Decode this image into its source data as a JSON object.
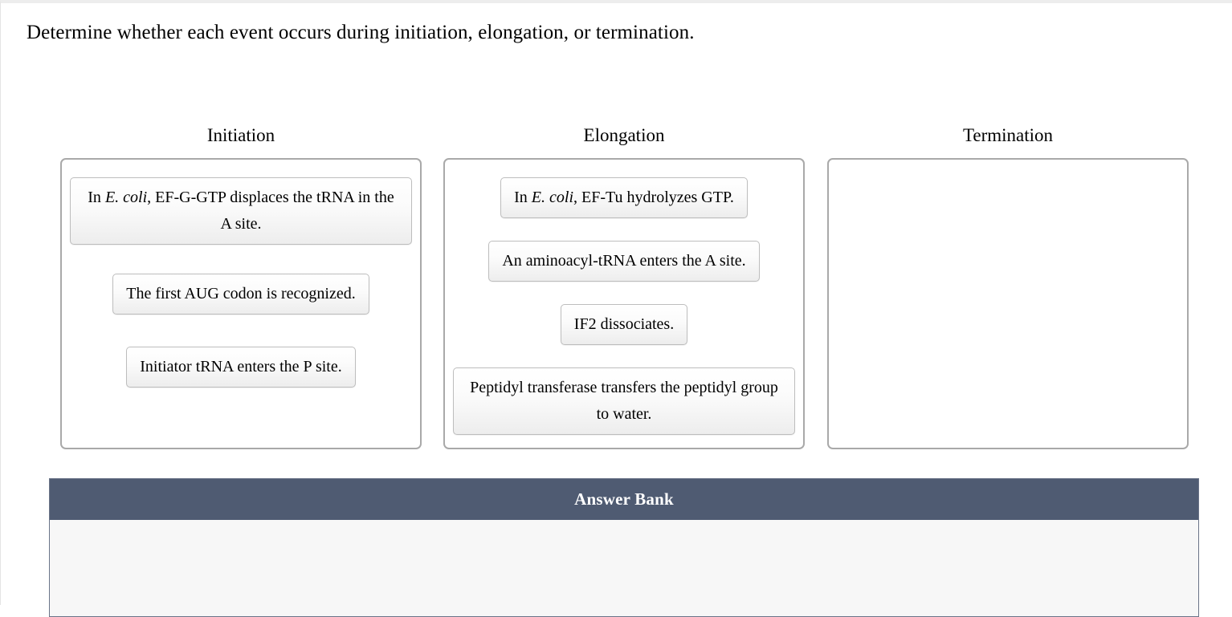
{
  "prompt": "Determine whether each event occurs during initiation, elongation, or termination.",
  "colors": {
    "answer_bank_header_bg": "#4f5b72",
    "answer_bank_body_bg": "#f7f7f7",
    "dropzone_border": "#a9a9a9",
    "tile_border": "#bdbdbd",
    "page_bg": "#ffffff"
  },
  "categories": [
    {
      "title": "Initiation",
      "items": [
        {
          "id": "ef-g-gtp-displaces-trna",
          "text_html": "In <span class=\"it\">E. coli</span>, EF-G-GTP displaces the tRNA in the A site.",
          "text": "In E. coli, EF-G-GTP displaces the tRNA in the A site.",
          "width": "wide",
          "lines": 2
        },
        {
          "id": "first-aug-codon-recognized",
          "text_html": "The first AUG codon is recognized.",
          "text": "The first AUG codon is recognized.",
          "width": "auto",
          "lines": 1
        },
        {
          "id": "initiator-trna-enters-p-site",
          "text_html": "Initiator tRNA enters the P site.",
          "text": "Initiator tRNA enters the P site.",
          "width": "auto",
          "lines": 1
        }
      ]
    },
    {
      "title": "Elongation",
      "items": [
        {
          "id": "ef-tu-hydrolyzes-gtp",
          "text_html": "In <span class=\"it\">E. coli</span>, EF-Tu hydrolyzes GTP.",
          "text": "In E. coli, EF-Tu hydrolyzes GTP.",
          "width": "auto",
          "lines": 1
        },
        {
          "id": "aminoacyl-trna-enters-a-site",
          "text_html": "An aminoacyl-tRNA enters the A site.",
          "text": "An aminoacyl-tRNA enters the A site.",
          "width": "auto",
          "lines": 1
        },
        {
          "id": "if2-dissociates",
          "text_html": "IF2 dissociates.",
          "text": "IF2 dissociates.",
          "width": "auto",
          "lines": 1
        },
        {
          "id": "peptidyl-transferase-transfers-to-water",
          "text_html": "Peptidyl transferase transfers the peptidyl group to water.",
          "text": "Peptidyl transferase transfers the peptidyl group to water.",
          "width": "wide",
          "lines": 2
        }
      ]
    },
    {
      "title": "Termination",
      "items": []
    }
  ],
  "answer_bank": {
    "title": "Answer Bank",
    "items": []
  }
}
